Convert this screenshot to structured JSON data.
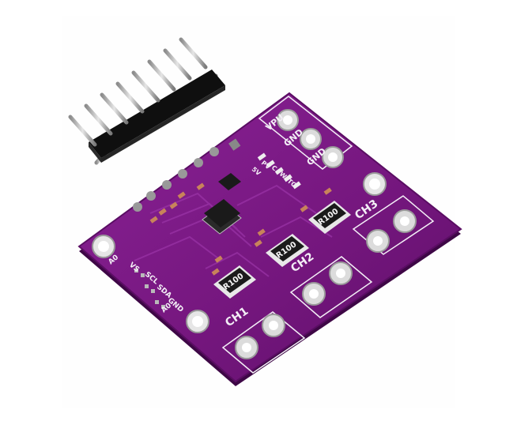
{
  "image": {
    "subject": "sensor-breakout-board",
    "colors": {
      "pcb": "#7a1a86",
      "pcb_dark": "#4c0a55",
      "silkscreen": "#f3eef6",
      "pad": "#d8d8d8",
      "header_plastic": "#1a1a1a",
      "header_pins": "#b9b9b9"
    }
  },
  "silkscreen": {
    "vpu": "VPU",
    "gnd_top": "GND",
    "gnd_right": "GND",
    "ch1": "CH1",
    "ch2": "CH2",
    "ch3": "CH3",
    "vs": "VS",
    "scl": "SCL",
    "sda": "SDA",
    "gnd_left": "GND",
    "a0_left": "A0",
    "a0_bottom": "A0",
    "led_5v": "5V",
    "led_pv": "PV",
    "led_c": "C",
    "led_w": "W",
    "led_tc": "TC"
  },
  "resistors": {
    "r1": "R100",
    "r2": "R100",
    "r3": "R100"
  }
}
